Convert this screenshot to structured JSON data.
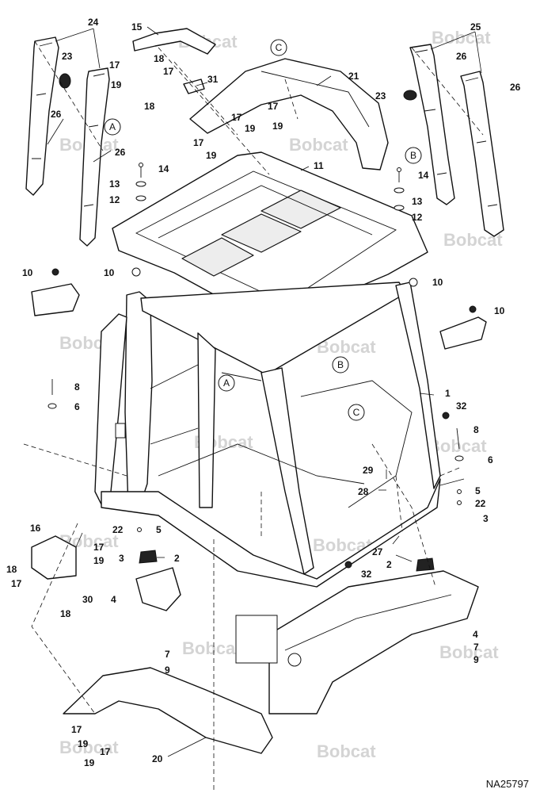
{
  "drawing_number": "NA25797",
  "watermark_text": "Bobcat",
  "reference_letters": [
    "A",
    "B",
    "C"
  ],
  "callouts": {
    "c1": "1",
    "c2a": "2",
    "c2b": "2",
    "c3a": "3",
    "c3b": "3",
    "c4a": "4",
    "c4b": "4",
    "c5a": "5",
    "c5b": "5",
    "c6a": "6",
    "c6b": "6",
    "c7a": "7",
    "c7b": "7",
    "c8a": "8",
    "c8b": "8",
    "c9a": "9",
    "c9b": "9",
    "c10a": "10",
    "c10b": "10",
    "c10c": "10",
    "c10d": "10",
    "c11": "11",
    "c12a": "12",
    "c12b": "12",
    "c13a": "13",
    "c13b": "13",
    "c14a": "14",
    "c14b": "14",
    "c15": "15",
    "c16": "16",
    "c17a": "17",
    "c17b": "17",
    "c17c": "17",
    "c17d": "17",
    "c17e": "17",
    "c17f": "17",
    "c17g": "17",
    "c17h": "17",
    "c17i": "17",
    "c18a": "18",
    "c18b": "18",
    "c18c": "18",
    "c18d": "18",
    "c19a": "19",
    "c19b": "19",
    "c19c": "19",
    "c19d": "19",
    "c19e": "19",
    "c19f": "19",
    "c19g": "19",
    "c20": "20",
    "c21": "21",
    "c22a": "22",
    "c22b": "22",
    "c23a": "23",
    "c23b": "23",
    "c24": "24",
    "c25": "25",
    "c26a": "26",
    "c26b": "26",
    "c26c": "26",
    "c26d": "26",
    "c27": "27",
    "c28": "28",
    "c29": "29",
    "c30": "30",
    "c31": "31",
    "c32a": "32",
    "c32b": "32"
  },
  "colors": {
    "line": "#111111",
    "watermark": "#d4d4d4",
    "background": "#ffffff"
  }
}
